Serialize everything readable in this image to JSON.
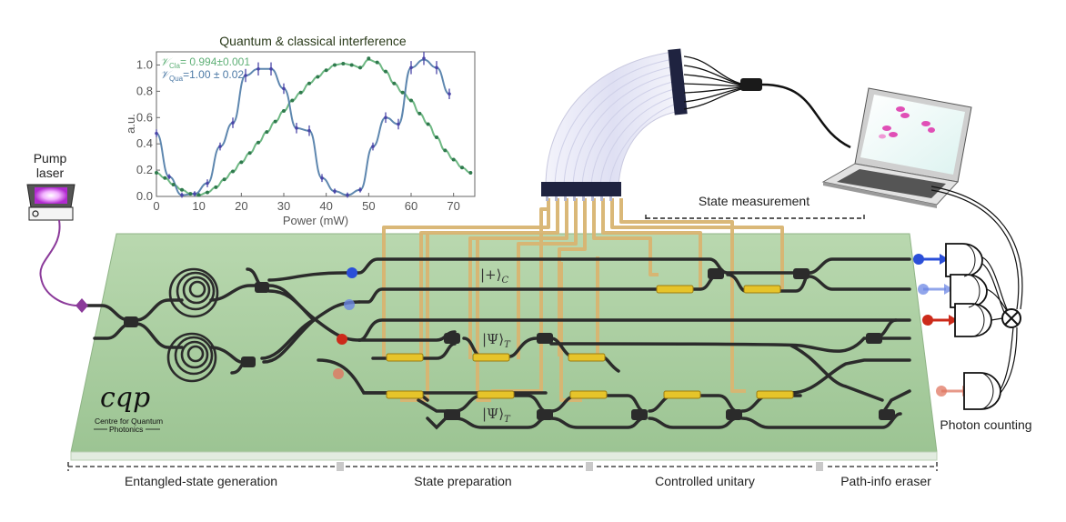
{
  "pump": {
    "label_line1": "Pump",
    "label_line2": "laser"
  },
  "logo": {
    "mark": "cqp",
    "line1": "Centre for Quantum",
    "line2": "Photonics"
  },
  "chip_labels": {
    "control_state": "|+⟩",
    "control_sub": "C",
    "target_state_top": "|Ψ⟩",
    "target_state_bottom": "|Ψ⟩",
    "target_sub": "T"
  },
  "regions": {
    "state_measurement": "State measurement",
    "photon_counting": "Photon counting",
    "entangled_generation": "Entangled-state generation",
    "state_preparation": "State preparation",
    "controlled_unitary": "Controlled unitary",
    "path_info_eraser": "Path-info eraser"
  },
  "colors": {
    "chip": "#a8cc9f",
    "waveguide": "#2b2b2b",
    "gold_wire": "#d7b46a",
    "heater": "#e6c42a",
    "fiber": "#e6e6f5",
    "blue": "#2b4fd8",
    "red": "#cc2a1a",
    "purple": "#8b3a9a",
    "green_series": "#5fb077",
    "blue_series": "#4d7aa6"
  },
  "chart_data": {
    "type": "line",
    "title": "Quantum & classical interference",
    "xlabel": "Power (mW)",
    "ylabel": "a.u.",
    "xlim": [
      0,
      75
    ],
    "ylim": [
      0,
      1.1
    ],
    "xticks": [
      "0",
      "10",
      "20",
      "30",
      "40",
      "50",
      "60",
      "70"
    ],
    "yticks": [
      "0.0",
      "0.2",
      "0.4",
      "0.6",
      "0.8",
      "1.0"
    ],
    "annotations": {
      "cla": "𝒱",
      "cla_sub": "Cla",
      "cla_val": "= 0.994±0.001",
      "qua": "𝒱",
      "qua_sub": "Qua",
      "qua_val": "=1.00 ± 0.02"
    },
    "series": [
      {
        "kind": "classical",
        "x": [
          0,
          2,
          4,
          6,
          8,
          10,
          12,
          14,
          16,
          18,
          20,
          22,
          24,
          26,
          28,
          30,
          32,
          34,
          36,
          38,
          40,
          42,
          44,
          46,
          48,
          50,
          52,
          54,
          56,
          58,
          60,
          62,
          64,
          66,
          68,
          70,
          72,
          74
        ],
        "y": [
          0.18,
          0.14,
          0.09,
          0.05,
          0.02,
          0.01,
          0.03,
          0.07,
          0.13,
          0.19,
          0.26,
          0.33,
          0.41,
          0.49,
          0.57,
          0.65,
          0.73,
          0.79,
          0.86,
          0.91,
          0.96,
          1.0,
          1.01,
          1.0,
          0.98,
          1.05,
          1.02,
          0.95,
          0.86,
          0.79,
          0.73,
          0.63,
          0.55,
          0.45,
          0.35,
          0.28,
          0.22,
          0.18
        ]
      },
      {
        "kind": "quantum",
        "x": [
          0,
          3,
          6,
          9,
          12,
          15,
          18,
          21,
          24,
          27,
          30,
          33,
          36,
          39,
          42,
          45,
          48,
          51,
          54,
          57,
          60,
          63,
          66,
          69
        ],
        "y": [
          0.48,
          0.15,
          0.01,
          0.02,
          0.1,
          0.38,
          0.56,
          0.92,
          0.97,
          0.97,
          0.82,
          0.52,
          0.5,
          0.14,
          0.04,
          0.01,
          0.05,
          0.38,
          0.6,
          0.55,
          0.98,
          1.05,
          0.98,
          0.78
        ],
        "err": [
          0.03,
          0.02,
          0.02,
          0.02,
          0.03,
          0.03,
          0.04,
          0.05,
          0.05,
          0.05,
          0.04,
          0.04,
          0.04,
          0.03,
          0.02,
          0.02,
          0.02,
          0.03,
          0.04,
          0.04,
          0.05,
          0.05,
          0.05,
          0.04
        ]
      }
    ]
  }
}
